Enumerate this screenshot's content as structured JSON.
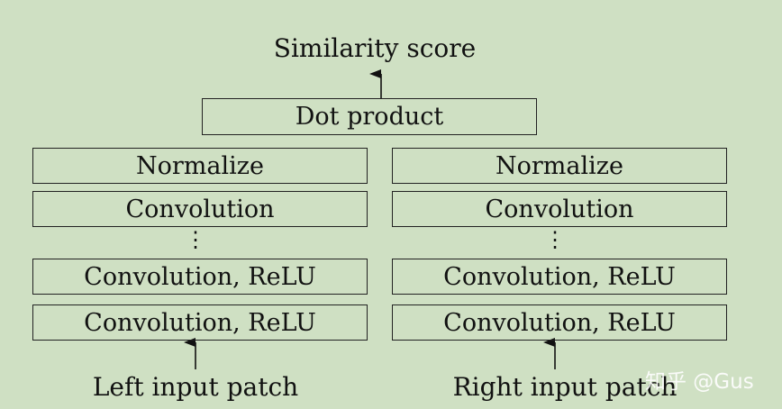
{
  "output_label": "Similarity score",
  "merge_box": "Dot product",
  "left_branch": {
    "layers": [
      "Normalize",
      "Convolution",
      "Convolution, ReLU",
      "Convolution, ReLU"
    ],
    "ellipsis": "⋮",
    "input_label": "Left input patch"
  },
  "right_branch": {
    "layers": [
      "Normalize",
      "Convolution",
      "Convolution, ReLU",
      "Convolution, ReLU"
    ],
    "ellipsis": "⋮",
    "input_label": "Right input patch"
  },
  "watermark": "知乎 @Gus"
}
